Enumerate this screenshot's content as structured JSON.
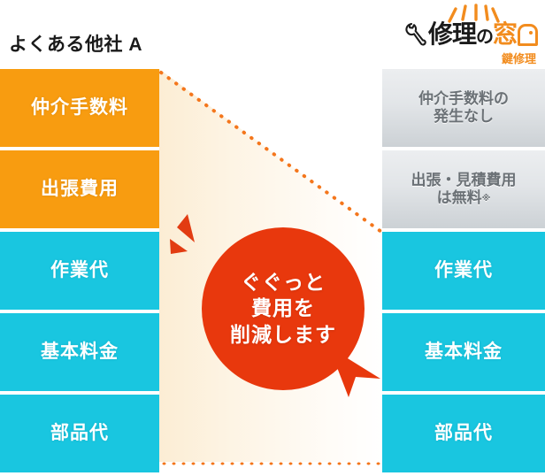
{
  "headline": "よくある他社 A",
  "logo": {
    "wrench_icon": "wrench-icon",
    "rays_icon": "sparkle-rays-icon",
    "brand_kanji": "修理",
    "brand_no": "の",
    "brand_mado": "窓",
    "door_icon": "door-window-icon",
    "subtitle": "鍵修理",
    "orange": "#f28c1e",
    "black": "#1b1b1b"
  },
  "colors": {
    "orange_cell": "#f89c10",
    "cyan_cell": "#19c6e0",
    "gray_cell_top": "#eceef0",
    "gray_cell_bottom": "#ccd1d5",
    "bubble_red": "#e8380d",
    "dot_orange": "#f4761c",
    "funnel_cream": "#fcedd4"
  },
  "left_column": {
    "title": "よくある他社 A",
    "cells": [
      {
        "label": "仲介手数料",
        "style": "orange",
        "height": 88
      },
      {
        "label": "出張費用",
        "style": "orange",
        "height": 88
      },
      {
        "label": "作業代",
        "style": "cyan",
        "height": 88
      },
      {
        "label": "基本料金",
        "style": "cyan",
        "height": 88
      },
      {
        "label": "部品代",
        "style": "cyan",
        "height": 88
      }
    ]
  },
  "right_column": {
    "cells": [
      {
        "label": "仲介手数料の\n発生なし",
        "style": "gray",
        "height": 88,
        "note": ""
      },
      {
        "label": "出張・見積費用\nは無料",
        "style": "gray",
        "height": 88,
        "note": "※"
      },
      {
        "label": "作業代",
        "style": "cyan",
        "height": 88,
        "note": ""
      },
      {
        "label": "基本料金",
        "style": "cyan",
        "height": 88,
        "note": ""
      },
      {
        "label": "部品代",
        "style": "cyan",
        "height": 88,
        "note": ""
      }
    ]
  },
  "bubble": {
    "lines": [
      "ぐぐっと",
      "費用を",
      "削減します"
    ],
    "spark_icon": "impact-spark-icon",
    "tail_icon": "speech-tail-icon"
  },
  "decor": {
    "diagonal_dotted_line": "dotted-diagonal-guide",
    "bottom_dotted_line": "dotted-bottom-guide"
  }
}
